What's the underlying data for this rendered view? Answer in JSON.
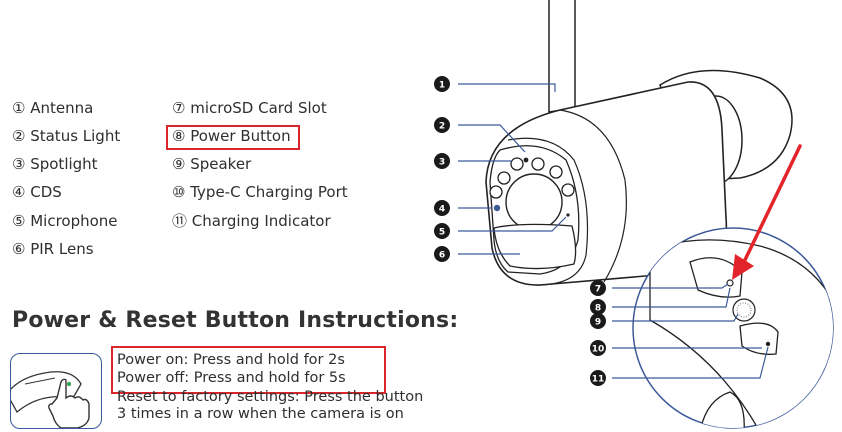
{
  "legend": {
    "left": [
      "① Antenna",
      "② Status Light",
      "③ Spotlight",
      "④ CDS",
      "⑤ Microphone",
      "⑥ PIR Lens"
    ],
    "right": [
      "⑦ microSD Card Slot",
      "⑧ Power Button",
      "⑨ Speaker",
      "⑩ Type-C Charging Port",
      "⑪ Charging Indicator"
    ]
  },
  "heading": "Power & Reset Button Instructions:",
  "instructions": [
    "Power on: Press and hold for 2s",
    "Power off: Press and hold for 5s",
    "Reset to factory settings: Press the button",
    "3 times in a row when the camera is on"
  ],
  "callouts": [
    "1",
    "2",
    "3",
    "4",
    "5",
    "6",
    "7",
    "8",
    "9",
    "10",
    "11"
  ],
  "colors": {
    "highlight": "#d8262b",
    "leader_line": "#3c5a99",
    "callout_fill": "#1a1a1a",
    "arrow": "#e3242b"
  }
}
